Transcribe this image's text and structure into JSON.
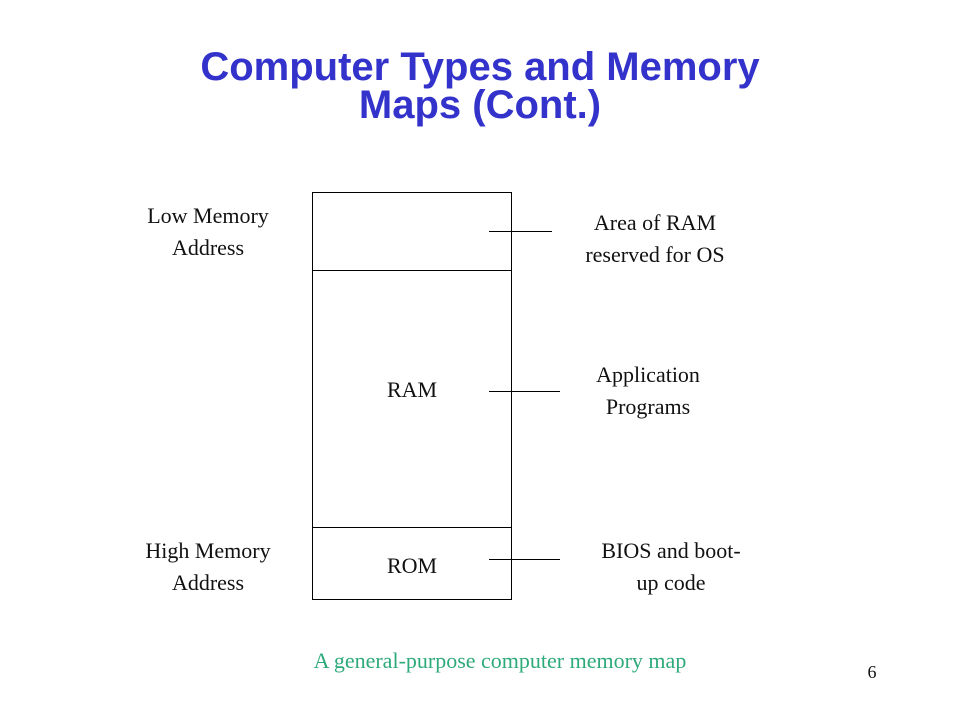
{
  "slide": {
    "title_line1": "Computer Types and Memory",
    "title_line2": "Maps (Cont.)",
    "page_number": "6",
    "caption": "A general-purpose computer memory map",
    "colors": {
      "title": "#3333cc",
      "caption": "#2eaa7a",
      "text": "#111111"
    }
  },
  "diagram": {
    "left_labels": {
      "low": [
        "Low Memory",
        "Address"
      ],
      "high": [
        "High Memory",
        "Address"
      ]
    },
    "regions": [
      {
        "name": "os-area",
        "label": ""
      },
      {
        "name": "ram",
        "label": "RAM"
      },
      {
        "name": "rom",
        "label": "ROM"
      }
    ],
    "annotations": [
      {
        "lines": [
          "Area of RAM",
          "reserved for OS"
        ]
      },
      {
        "lines": [
          "Application",
          "Programs"
        ]
      },
      {
        "lines": [
          "BIOS and boot-",
          "up code"
        ]
      }
    ]
  }
}
